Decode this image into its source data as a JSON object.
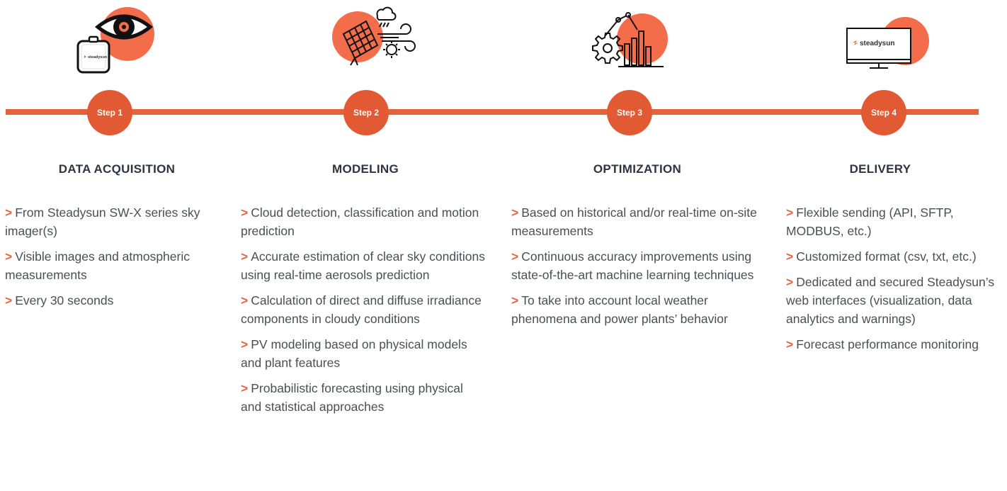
{
  "colors": {
    "accent": "#e5623a",
    "circle": "#e15a33",
    "blob": "#f36d4a"
  },
  "steps": [
    {
      "label": "Step 1",
      "title": "DATA ACQUISITION",
      "icon": "eye-and-sky-imager-icon",
      "items": [
        {
          "marker": ">",
          "text": "From Steadysun SW-X series sky imager(s)"
        },
        {
          "marker": ">",
          "text": "Visible images and atmospheric measurements"
        },
        {
          "marker": ">",
          "text": "Every 30 seconds"
        }
      ]
    },
    {
      "label": "Step 2",
      "title": "MODELING",
      "icon": "solar-panel-weather-icon",
      "items": [
        {
          "marker": ">",
          "text": "Cloud detection, classification and motion prediction"
        },
        {
          "marker": ">",
          "text": "Accurate estimation of clear sky conditions using real-time aerosols prediction"
        },
        {
          "marker": ">",
          "text": "Calculation of direct and diffuse irradiance components in cloudy conditions"
        },
        {
          "marker": ">",
          "text": "PV modeling based on physical models and plant features"
        },
        {
          "marker": ">",
          "text": "Probabilistic forecasting using physical and statistical approaches"
        }
      ]
    },
    {
      "label": "Step 3",
      "title": "OPTIMIZATION",
      "icon": "gear-bar-chart-icon",
      "items": [
        {
          "marker": ">",
          "text": "Based on historical and/or real-time on-site measurements"
        },
        {
          "marker": ">",
          "text": "Continuous accuracy improvements using state-of-the-art machine learning techniques"
        },
        {
          "marker": ">",
          "text": "To take into account local weather phenomena and power plants’ behavior"
        }
      ]
    },
    {
      "label": "Step 4",
      "title": "DELIVERY",
      "icon": "monitor-icon",
      "items": [
        {
          "marker": ">",
          "text": "Flexible sending (API, SFTP, MODBUS, etc.)"
        },
        {
          "marker": ">",
          "text": "Customized format (csv, txt, etc.)"
        },
        {
          "marker": ">",
          "text": "Dedicated and secured Steadysun’s web interfaces (visualization, data analytics and warnings)"
        },
        {
          "marker": ">",
          "text": "Forecast performance monitoring"
        }
      ]
    }
  ],
  "brand": {
    "logo_text": "steadysun"
  }
}
